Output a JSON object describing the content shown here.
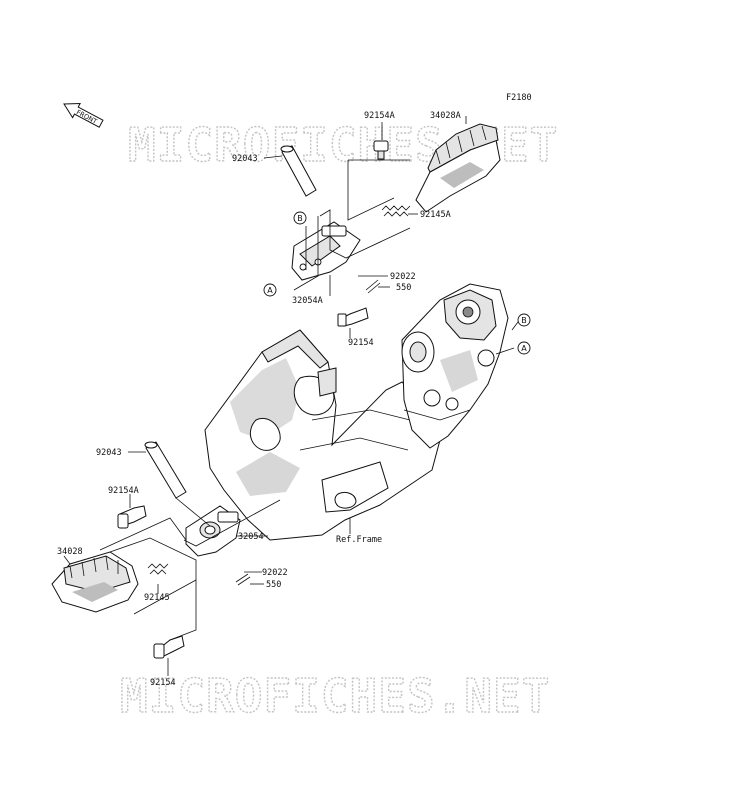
{
  "figure_code": "F2180",
  "front_label": "FRONT",
  "watermark": "MICROFICHES.NET",
  "callouts": {
    "a": "A",
    "b": "B"
  },
  "part_labels": {
    "p92154A_top": "92154A",
    "p34028A": "34028A",
    "p92043_top": "92043",
    "p92145A": "92145A",
    "p92022_top": "92022",
    "p550_top": "550",
    "p32054A": "32054A",
    "p92154_top": "92154",
    "p92043_bottom": "92043",
    "p92154A_bottom": "92154A",
    "p34028": "34028",
    "p32054": "32054",
    "p92145": "92145",
    "p92022_bottom": "92022",
    "p550_bottom": "550",
    "p92154_bottom": "92154",
    "ref_frame": "Ref.Frame"
  }
}
